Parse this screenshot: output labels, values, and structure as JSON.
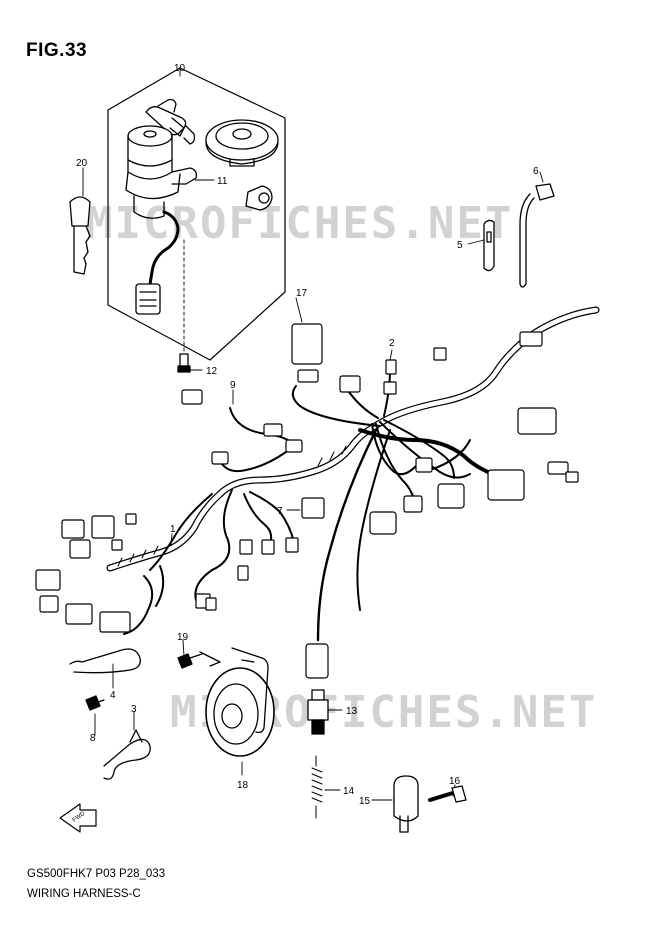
{
  "figure": {
    "title": "FIG.33",
    "model_code": "GS500FHK7 P03 P28_033",
    "caption": "WIRING HARNESS-C"
  },
  "watermark": {
    "text": "MICROFICHES.NET",
    "color": "#d2d2d2"
  },
  "direction_arrow_label": "FWD",
  "callouts": {
    "c1": "1",
    "c2": "2",
    "c3": "3",
    "c4": "4",
    "c5": "5",
    "c6": "6",
    "c7": "7",
    "c8": "8",
    "c9": "9",
    "c10": "10",
    "c11": "11",
    "c12": "12",
    "c13": "13",
    "c14": "14",
    "c15": "15",
    "c16": "16",
    "c17": "17",
    "c18": "18",
    "c19": "19",
    "c20": "20"
  }
}
